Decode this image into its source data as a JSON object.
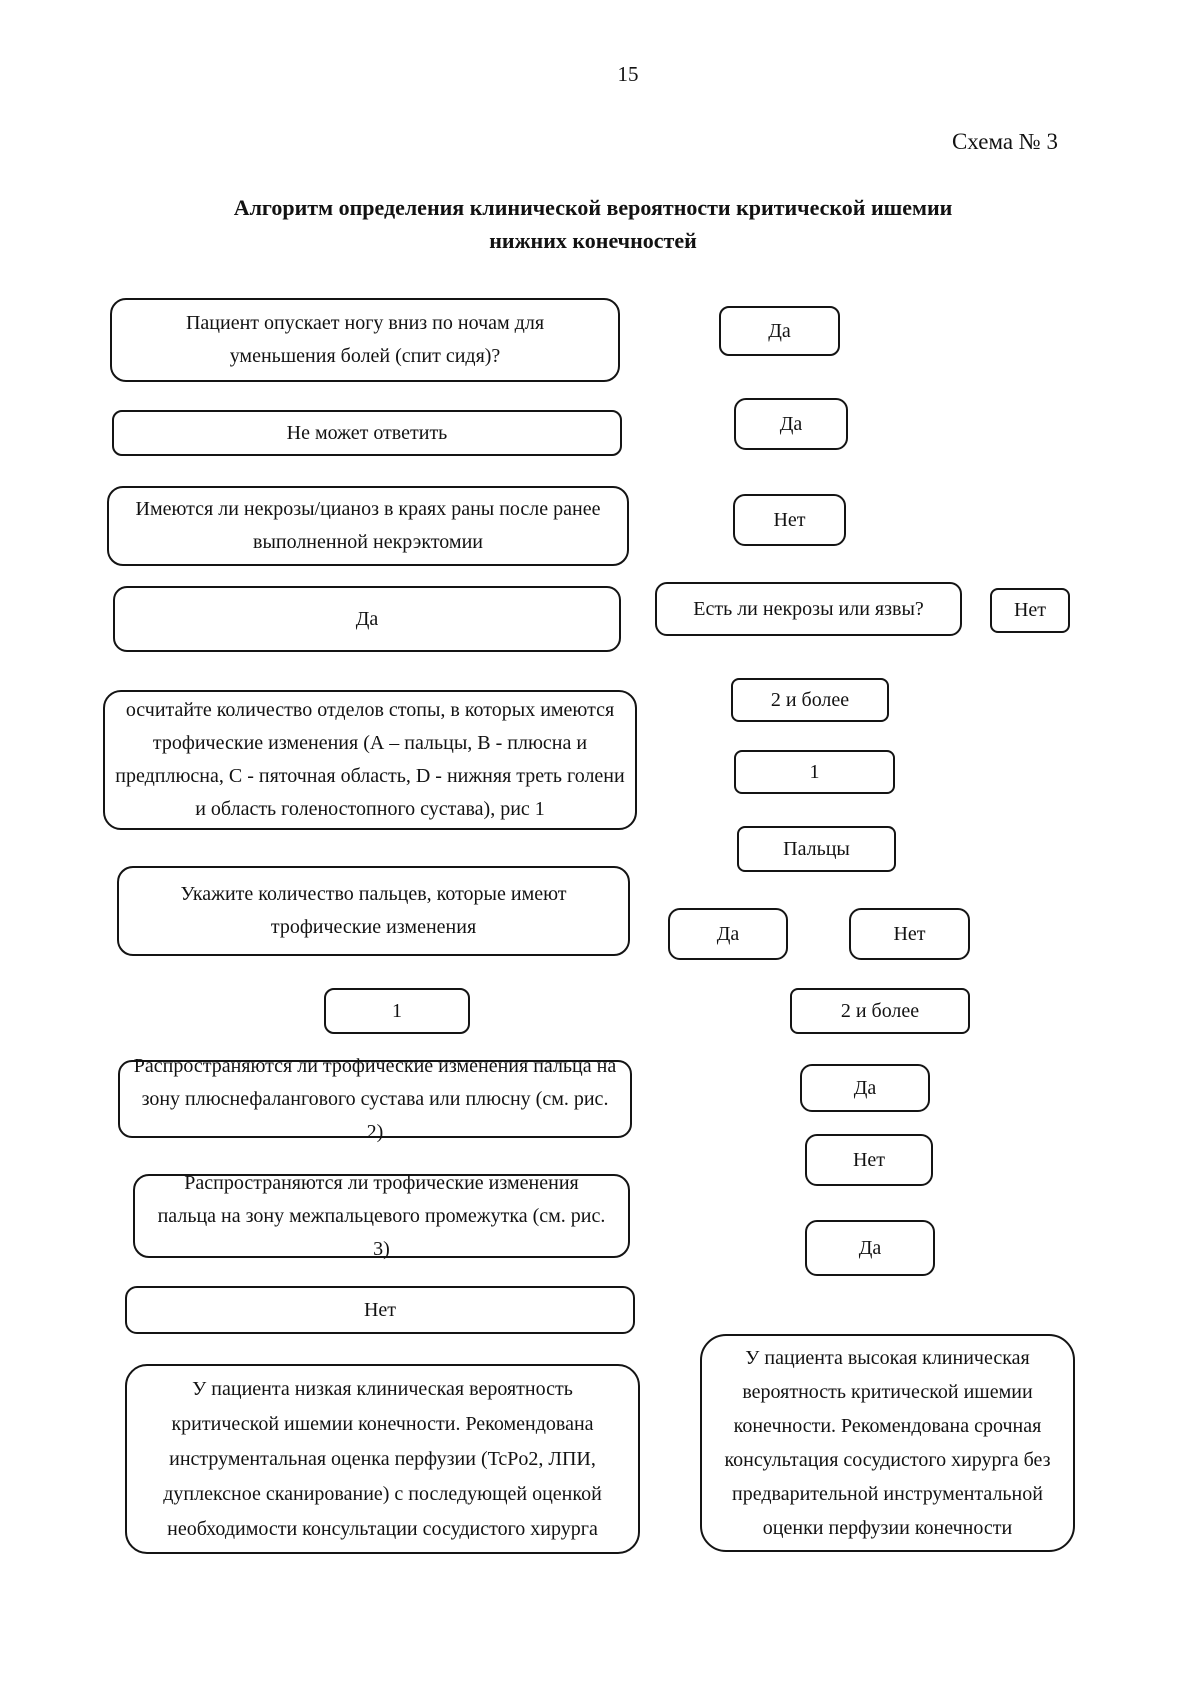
{
  "page": {
    "number": "15",
    "scheme_label": "Схема № 3",
    "title_line1": "Алгоритм определения клинической вероятности критической ишемии",
    "title_line2": "нижних конечностей"
  },
  "flowchart": {
    "q_night_pain": "Пациент опускает ногу вниз по ночам для уменьшения болей (спит сидя)?",
    "ans_night_pain_yes": "Да",
    "q_cannot_answer": "Не может ответить",
    "ans_cannot_answer_yes": "Да",
    "q_necrosis_wound_edges": "Имеются ли некрозы/цианоз в краях раны после ранее выполненной некрэктомии",
    "ans_necrosis_wound_edges_no": "Нет",
    "node_yes_wide": "Да",
    "q_necrosis_or_ulcers": "Есть ли некрозы или язвы?",
    "ans_necrosis_or_ulcers_no": "Нет",
    "q_count_foot_sections": "осчитайте количество отделов стопы, в которых имеются трофические изменения (А – пальцы, В - плюсна и предплюсна, С - пяточная область, D - нижняя треть голени и область голеностопного сустава), рис 1",
    "opt_two_or_more": "2 и более",
    "opt_one": "1",
    "opt_toes": "Пальцы",
    "q_count_toes": "Укажите количество пальцев, которые имеют трофические изменения",
    "ans_toes_yes": "Да",
    "ans_toes_no": "Нет",
    "node_one": "1",
    "node_two_or_more": "2 и более",
    "q_spread_metatarsal": "Распространяются ли трофические изменения пальца на зону плюснефалангового сустава или плюсну (см. рис. 2)",
    "ans_spread_metatarsal_yes": "Да",
    "ans_spread_metatarsal_no": "Нет",
    "q_spread_interdigital": "Распространяются ли трофические изменения пальца на зону межпальцевого промежутка (см. рис. 3)",
    "ans_spread_interdigital_yes": "Да",
    "node_no_wide": "Нет",
    "outcome_low": "У пациента низкая клиническая вероятность критической ишемии конечности. Рекомендована инструментальная оценка перфузии (TcPo2, ЛПИ, дуплексное сканирование) с последующей оценкой необходимости консультации сосудистого хирурга",
    "outcome_high": "У пациента высокая клиническая вероятность критической ишемии конечности. Рекомендована срочная консультация сосудистого хирурга без предварительной инструментальной оценки перфузии конечности"
  }
}
